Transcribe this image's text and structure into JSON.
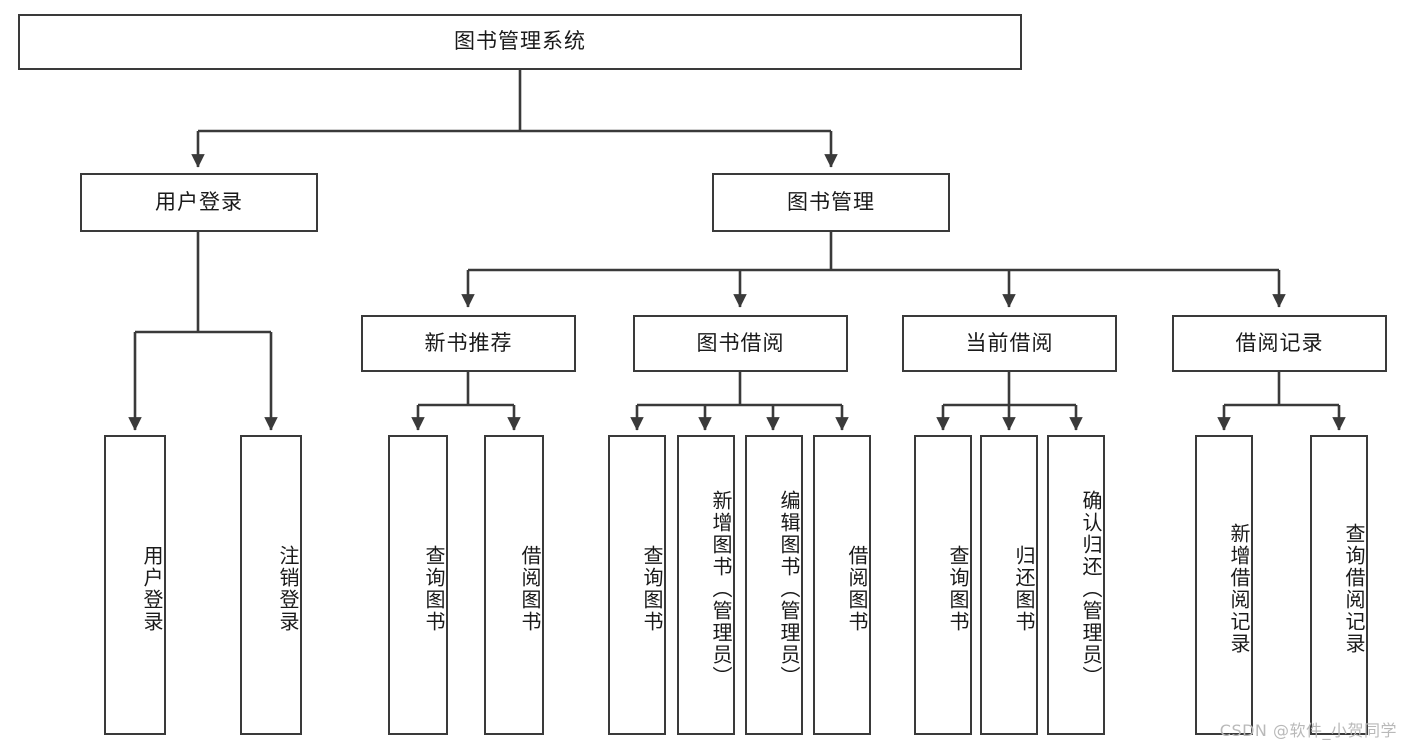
{
  "diagram": {
    "title": "图书管理系统",
    "stroke_color": "#3a3a3a",
    "fill_color": "#ffffff",
    "text_color": "#1a1a1a",
    "nodes": {
      "root": {
        "label": "图书管理系统"
      },
      "level1": [
        {
          "id": "user-login",
          "label": "用户登录"
        },
        {
          "id": "book-management",
          "label": "图书管理"
        }
      ],
      "level2": [
        {
          "id": "new-book-recommend",
          "label": "新书推荐"
        },
        {
          "id": "book-borrow",
          "label": "图书借阅"
        },
        {
          "id": "current-borrow",
          "label": "当前借阅"
        },
        {
          "id": "borrow-record",
          "label": "借阅记录"
        }
      ],
      "leaves": [
        {
          "id": "leaf-user-login",
          "label": "用户登录",
          "parent": "user-login"
        },
        {
          "id": "leaf-logout-login",
          "label": "注销登录",
          "parent": "user-login"
        },
        {
          "id": "leaf-query-book-1",
          "label": "查询图书",
          "parent": "new-book-recommend"
        },
        {
          "id": "leaf-borrow-book-1",
          "label": "借阅图书",
          "parent": "new-book-recommend"
        },
        {
          "id": "leaf-query-book-2",
          "label": "查询图书",
          "parent": "book-borrow"
        },
        {
          "id": "leaf-add-book",
          "label": "新增图书（管理员）",
          "parent": "book-borrow"
        },
        {
          "id": "leaf-edit-book",
          "label": "编辑图书（管理员）",
          "parent": "book-borrow"
        },
        {
          "id": "leaf-borrow-book-2",
          "label": "借阅图书",
          "parent": "book-borrow"
        },
        {
          "id": "leaf-query-book-3",
          "label": "查询图书",
          "parent": "current-borrow"
        },
        {
          "id": "leaf-return-book",
          "label": "归还图书",
          "parent": "current-borrow"
        },
        {
          "id": "leaf-confirm-return",
          "label": "确认归还（管理员）",
          "parent": "current-borrow"
        },
        {
          "id": "leaf-add-record",
          "label": "新增借阅记录",
          "parent": "borrow-record"
        },
        {
          "id": "leaf-query-record",
          "label": "查询借阅记录",
          "parent": "borrow-record"
        }
      ]
    },
    "watermark": "CSDN @软件_小贺同学"
  }
}
